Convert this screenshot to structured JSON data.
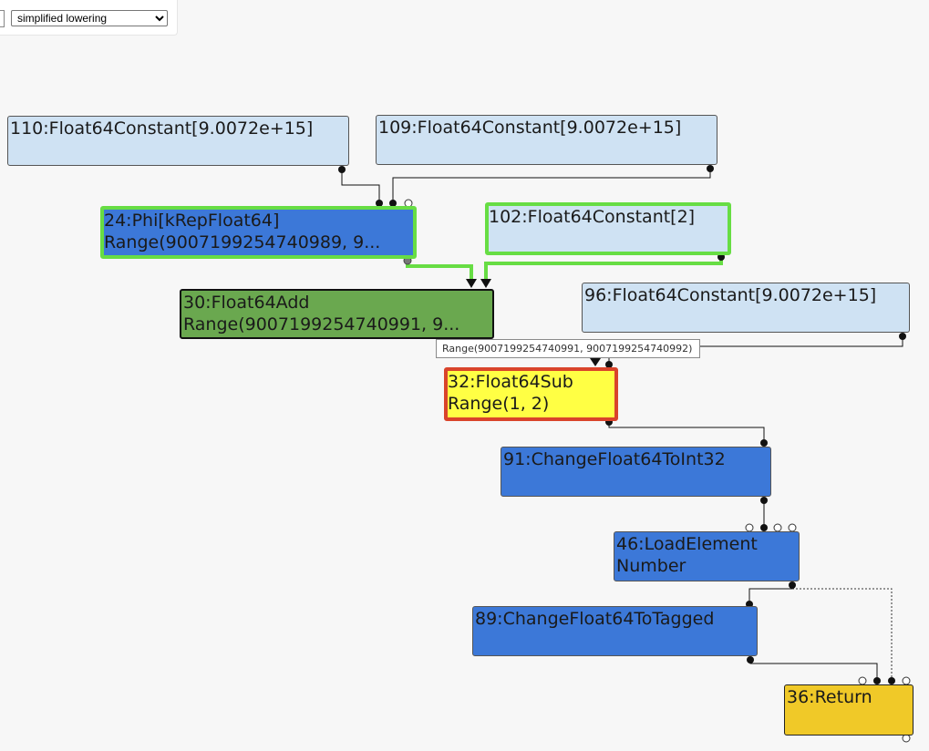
{
  "toolbar": {
    "phase_select": {
      "selected": "simplified lowering"
    }
  },
  "tooltip": {
    "text": "Range(9007199254740991, 9007199254740992)"
  },
  "nodes": {
    "n110": {
      "line1": "110:Float64Constant[9.0072e+15]"
    },
    "n109": {
      "line1": "109:Float64Constant[9.0072e+15]"
    },
    "n24": {
      "line1": "24:Phi[kRepFloat64]",
      "line2": "Range(9007199254740989, 9..."
    },
    "n102": {
      "line1": "102:Float64Constant[2]"
    },
    "n30": {
      "line1": "30:Float64Add",
      "line2": "Range(9007199254740991, 9..."
    },
    "n96": {
      "line1": "96:Float64Constant[9.0072e+15]"
    },
    "n32": {
      "line1": "32:Float64Sub",
      "line2": "Range(1, 2)"
    },
    "n91": {
      "line1": "91:ChangeFloat64ToInt32"
    },
    "n46": {
      "line1": "46:LoadElement",
      "line2": "Number"
    },
    "n89": {
      "line1": "89:ChangeFloat64ToTagged"
    },
    "n36": {
      "line1": "36:Return"
    }
  },
  "colors": {
    "light": "#cfe2f3",
    "blue": "#3c78d8",
    "green": "#6aa84f",
    "yellow": "#ffff44",
    "gold": "#f0c928",
    "select_green": "#67dd44",
    "select_red": "#d9442b"
  }
}
